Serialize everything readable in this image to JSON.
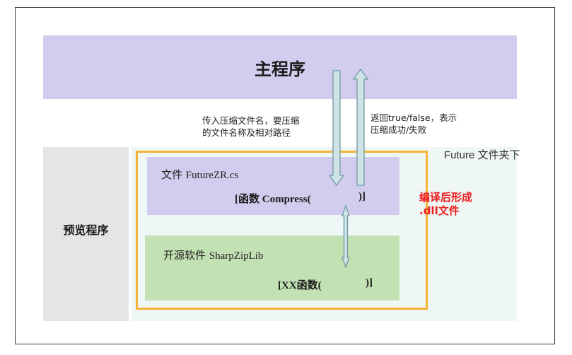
{
  "diagram": {
    "main_program": "主程序",
    "preview_program": "预览程序",
    "future_folder_label": "Future 文件夹下",
    "cs_file": {
      "label_prefix": "文件 ",
      "label_name": "FutureZR.cs",
      "func_start": "[函数 Compress(",
      "func_end": ")]"
    },
    "sharpzip": {
      "label_prefix": "开源软件 ",
      "label_name": "SharpZipLib",
      "func_start": "[XX函数(",
      "func_end": ")]"
    },
    "note_left": [
      "传入压缩文件名，要压缩",
      "的文件名称及相对路径"
    ],
    "note_right": [
      "返回true/false，表示",
      "压缩成功/失败"
    ],
    "dll_note": [
      "编译后形成",
      ".dll文件"
    ],
    "colors": {
      "main_box": "#d2cdee",
      "preview_box": "#e5e5e5",
      "future_box": "#eef6f6",
      "dll_border": "#f5b335",
      "sharpzip_box": "#c3e2b3",
      "arrow_fill": "#cfe3e6",
      "arrow_stroke": "#6f9aa2",
      "dll_note_color": "#ee1c1c"
    }
  }
}
